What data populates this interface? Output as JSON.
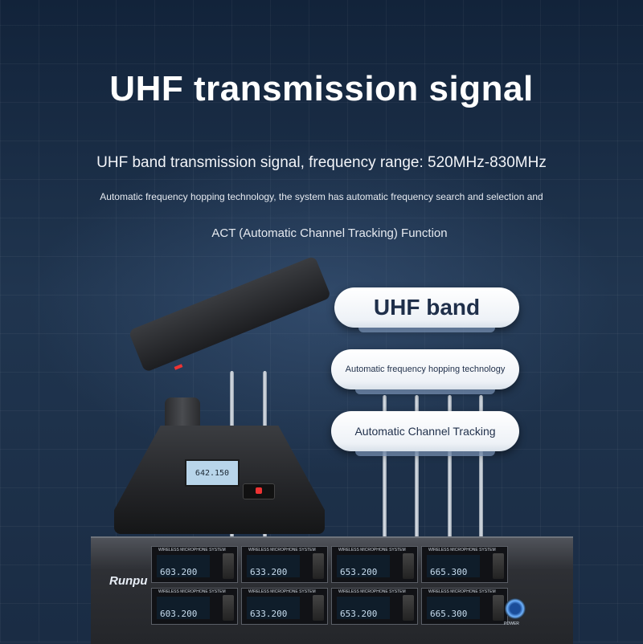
{
  "title": "UHF transmission signal",
  "subtitle": "UHF band transmission signal, frequency range: 520MHz-830MHz",
  "description_line1": "Automatic frequency hopping technology, the system has automatic frequency search and selection and",
  "description_line2": "ACT (Automatic Channel Tracking) Function",
  "features": [
    "UHF band",
    "Automatic frequency hopping technology",
    "Automatic Channel Tracking"
  ],
  "mic_screen_text": "642.150",
  "receiver": {
    "brand": "Runpu",
    "channel_label": "WIRELESS MICROPHONE SYSTEM",
    "channels": [
      {
        "freq": "603.200"
      },
      {
        "freq": "633.200"
      },
      {
        "freq": "653.200"
      },
      {
        "freq": "665.300"
      },
      {
        "freq": "603.200"
      },
      {
        "freq": "633.200"
      },
      {
        "freq": "653.200"
      },
      {
        "freq": "665.300"
      }
    ],
    "power_label": "POWER"
  }
}
